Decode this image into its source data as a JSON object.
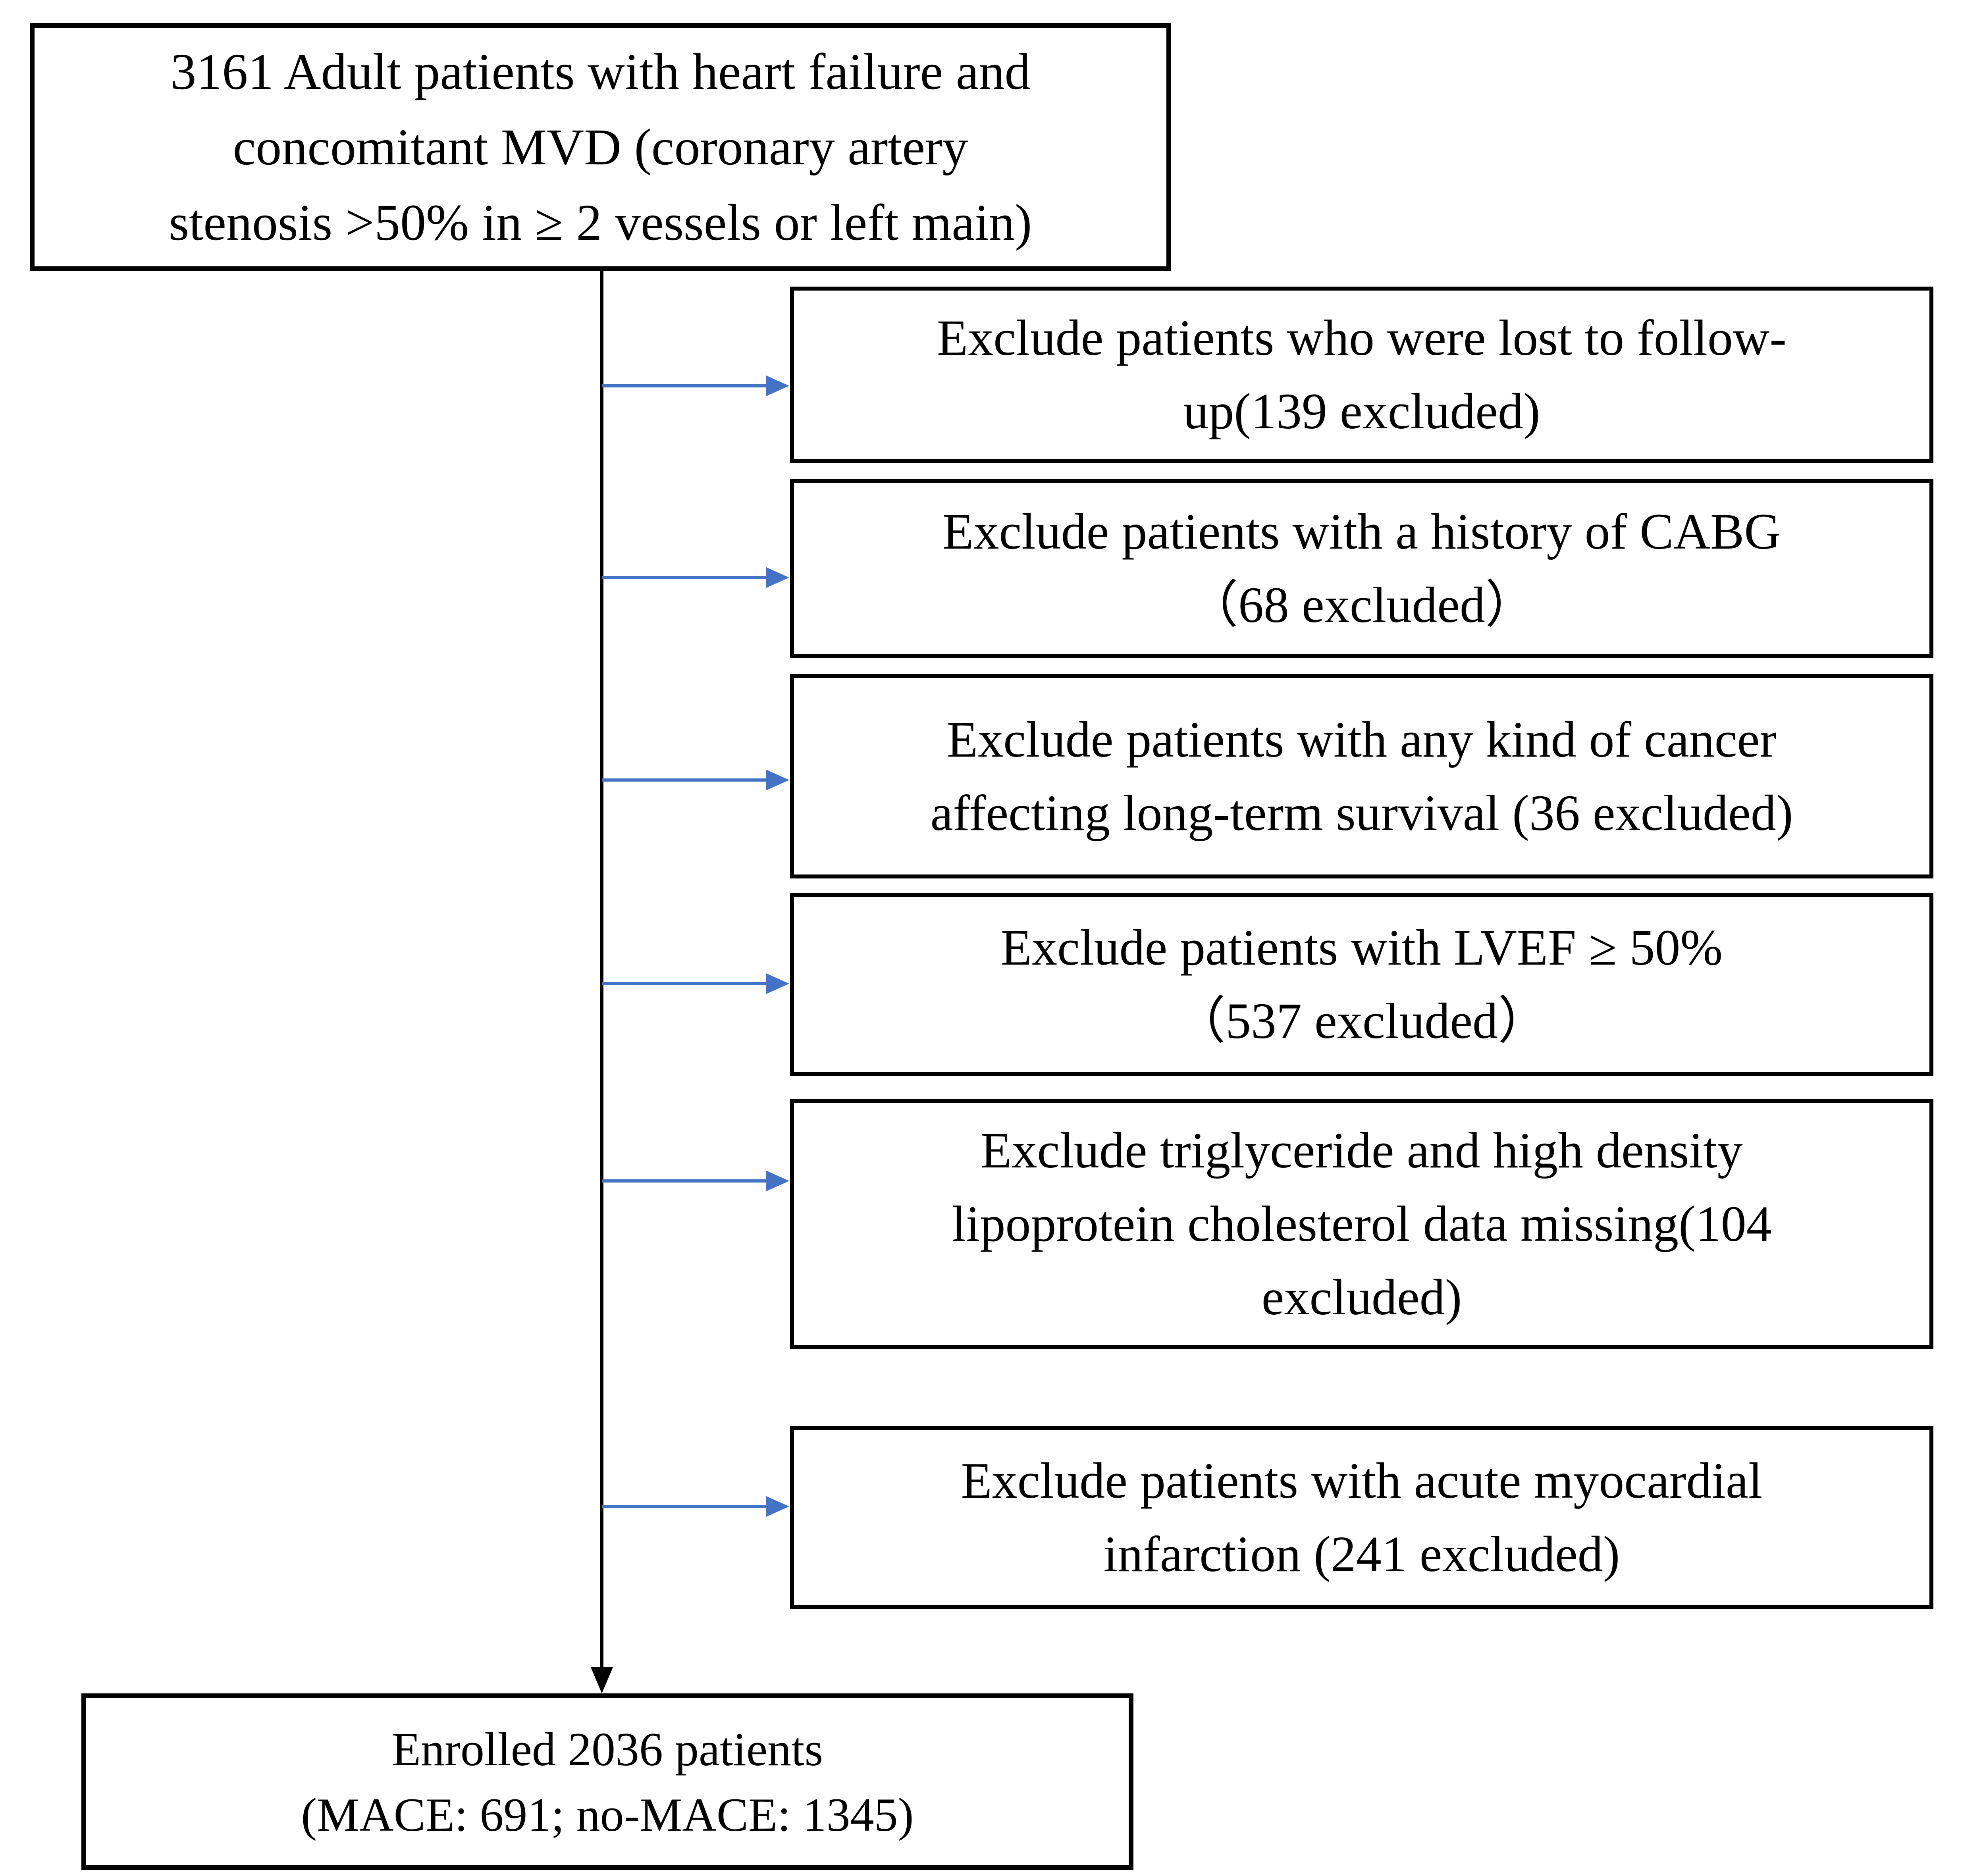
{
  "diagram": {
    "top_box": {
      "lines": [
        "3161 Adult patients with heart failure and",
        "concomitant MVD (coronary artery",
        "stenosis >50% in ≥ 2 vessels or left main)"
      ]
    },
    "exclusion_boxes": [
      {
        "lines": [
          "Exclude patients who were lost to follow-",
          "up(139 excluded)"
        ]
      },
      {
        "lines": [
          "Exclude patients with a history of CABG",
          "（68 excluded）"
        ]
      },
      {
        "lines": [
          "Exclude patients with any kind of cancer",
          "affecting long-term survival (36 excluded)"
        ]
      },
      {
        "lines": [
          "Exclude patients with LVEF ≥ 50%",
          "（537 excluded）"
        ]
      },
      {
        "lines": [
          "Exclude triglyceride and high density",
          "lipoprotein cholesterol data missing(104",
          "excluded)"
        ]
      },
      {
        "lines": [
          "Exclude patients with acute myocardial",
          "infarction (241 excluded)"
        ]
      }
    ],
    "result_box": {
      "lines": [
        "Enrolled 2036 patients",
        "(MACE: 691; no-MACE: 1345)"
      ]
    },
    "colors": {
      "branch_arrow": "#4472C4",
      "flow_line": "#000000"
    }
  }
}
